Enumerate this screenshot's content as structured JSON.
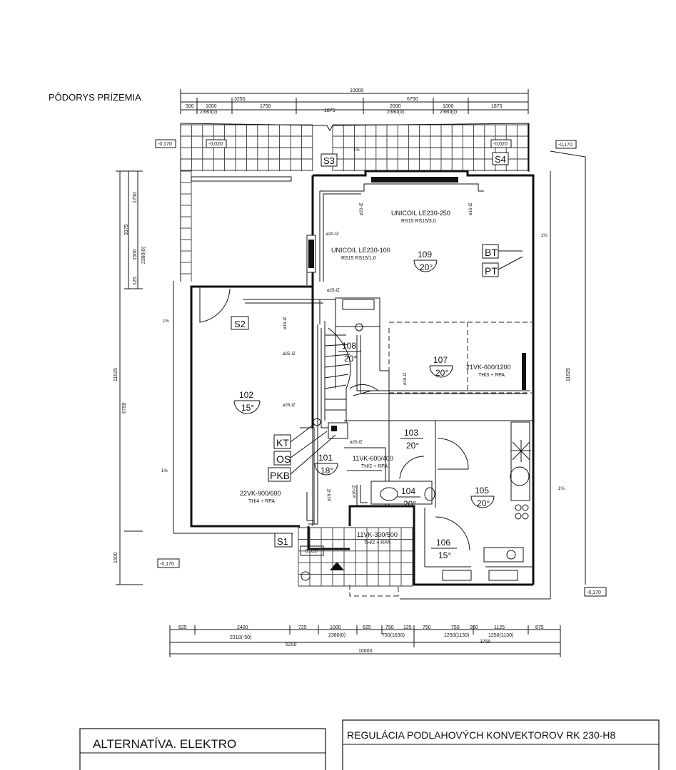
{
  "title": "PÔDORYS PRÍZEMIA",
  "top_dims": {
    "overall": "10000",
    "row1": [
      "3250",
      "6750"
    ],
    "row2": [
      "500",
      "1000",
      "1750",
      "1875",
      "2000",
      "1000",
      "1875"
    ],
    "row3": [
      "2380(0)",
      "2380(0)",
      "2380(0)"
    ]
  },
  "bottom_dims": {
    "row1": [
      "625",
      "2400",
      "725",
      "1000",
      "625",
      "750",
      "125",
      "750",
      "750",
      "250",
      "1125",
      "875"
    ],
    "row2": [
      "2310(-50)",
      "2380(0)",
      "750(1630)",
      "1250(1130)",
      "1250(1130)"
    ],
    "row3": [
      "6250",
      "3750"
    ],
    "overall": "10000"
  },
  "left_dims": [
    "1750",
    "3375",
    "1500",
    "2380(0)",
    "125",
    "11625",
    "6750",
    "1500"
  ],
  "right_dims": [
    "11625"
  ],
  "levels": [
    "-0,170",
    "-0,020",
    "-0,020",
    "-0,170",
    "-0,020",
    "-0,170",
    "-0,170"
  ],
  "slope": [
    "1%",
    "1%",
    "1%",
    "1%",
    "1%"
  ],
  "terraces": [
    "S3",
    "S4",
    "S2",
    "S1"
  ],
  "rooms": [
    {
      "num": "109",
      "temp": "20°"
    },
    {
      "num": "108",
      "temp": "20°"
    },
    {
      "num": "107",
      "temp": "20°"
    },
    {
      "num": "102",
      "temp": "15°"
    },
    {
      "num": "103",
      "temp": "20°"
    },
    {
      "num": "101",
      "temp": "18°"
    },
    {
      "num": "104",
      "temp": "20°"
    },
    {
      "num": "105",
      "temp": "20°"
    },
    {
      "num": "106",
      "temp": "15°"
    }
  ],
  "equipment": [
    {
      "name": "UNICOIL LE230-250",
      "sub": "RS15   RS15/3,0"
    },
    {
      "name": "UNICOIL LE230-100",
      "sub": "RS15   RS15/1,0"
    },
    {
      "name": "21VK-600/1200",
      "sub": "TH/3 + RPA"
    },
    {
      "name": "11VK-600/400",
      "sub": "TH/2 + RPA"
    },
    {
      "name": "22VK-900/600",
      "sub": "TH/4 + RPA"
    },
    {
      "name": "11VK-300/500",
      "sub": "TH/2 + RPA"
    }
  ],
  "pipes": [
    "ø20-IZ",
    "ø16-IZ",
    "ø20-IZ",
    "ø25-IZ",
    "ø16-IZ",
    "ø25-IZ",
    "ø16-IZ",
    "ø25-IZ",
    "ø25-IZ",
    "ø16-IZ",
    "ø16-IZ"
  ],
  "tags": [
    "BT",
    "PT",
    "KT",
    "OS",
    "PKB"
  ],
  "legend": {
    "left": "ALTERNATÍVA. ELEKTRO",
    "right": "REGULÁCIA PODLAHOVÝCH KONVEKTOROV RK 230-H8"
  }
}
